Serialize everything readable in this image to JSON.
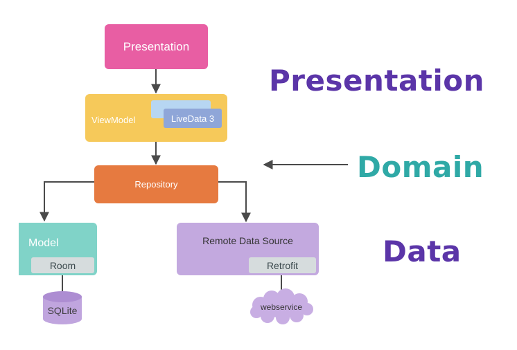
{
  "nodes": {
    "presentation": "Presentation",
    "viewmodel": "ViewModel",
    "livedata": "LiveData 3",
    "repository": "Repository",
    "model": "Model",
    "room": "Room",
    "sqlite": "SQLite",
    "remote": "Remote Data Source",
    "retrofit": "Retrofit",
    "webservice": "webservice"
  },
  "layers": {
    "presentation": "Presentation",
    "domain": "Domain",
    "data": "Data"
  },
  "colors": {
    "presentation_box": "#e85ea3",
    "viewmodel_box": "#f6c95a",
    "livedata_back": "#b7d6f2",
    "livedata_front": "#8fa6d8",
    "repository_box": "#e67a40",
    "model_box": "#80d3c8",
    "inner_grey": "#d6dcdd",
    "remote_box": "#c3a9df",
    "sqlite": "#c0a5de",
    "webservice": "#c8aee3",
    "arrows": "#4a4a4a",
    "layer_presentation": "#5b35a8",
    "layer_domain": "#2fa9a6",
    "layer_data": "#5b35a8"
  }
}
